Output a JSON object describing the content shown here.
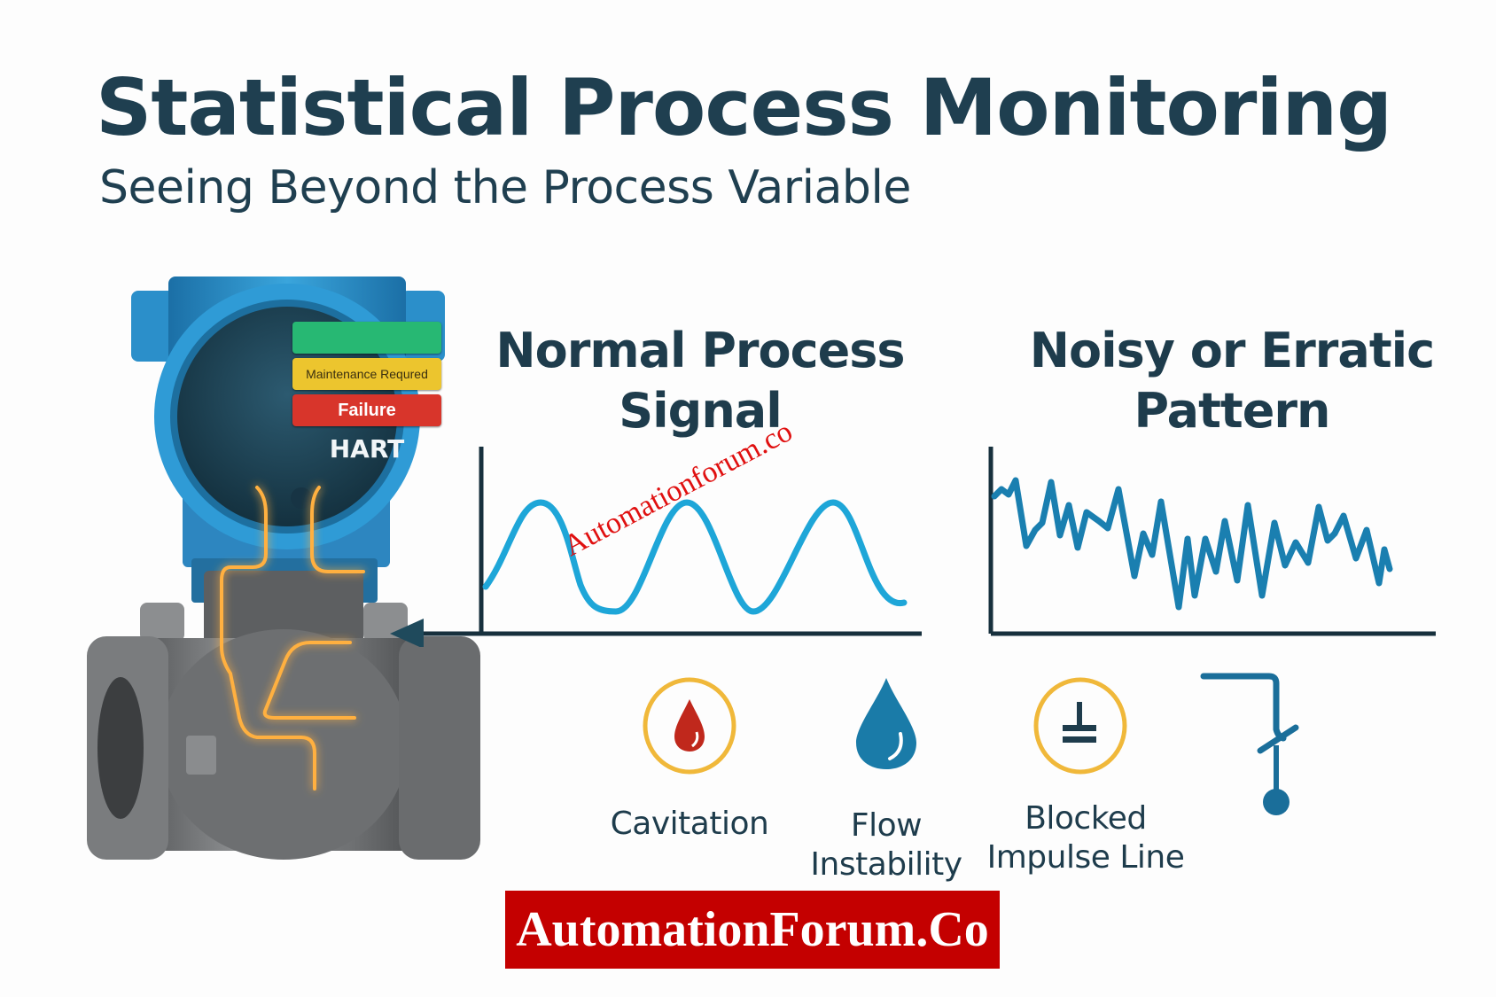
{
  "header": {
    "title": "Statistical Process Monitoring",
    "subtitle": "Seeing Beyond the Process Variable"
  },
  "transmitter": {
    "status_bars": [
      {
        "label": "",
        "color": "#27b873"
      },
      {
        "label": "Maintenance Requred",
        "color": "#ecc52e"
      },
      {
        "label": "Failure",
        "color": "#d8352b"
      }
    ],
    "protocol_label": "HART",
    "body_color": "#2a8fc8",
    "glow_color": "#ff9a1f"
  },
  "panels": {
    "normal": {
      "title_line1": "Normal Process",
      "title_line2": "Signal"
    },
    "noisy": {
      "title_line1": "Noisy or Erratic",
      "title_line2": "Pattern"
    }
  },
  "icons": [
    {
      "name": "cavitation",
      "label_line1": "Cavitation",
      "label_line2": "",
      "icon": "red-drop-in-circle"
    },
    {
      "name": "flow-instability",
      "label_line1": "Flow",
      "label_line2": "Instability",
      "icon": "blue-drop"
    },
    {
      "name": "blocked-impulse-line",
      "label_line1": "Blocked",
      "label_line2": "Impulse Line",
      "icon": "ground-symbol-in-circle"
    },
    {
      "name": "switch",
      "label_line1": "",
      "label_line2": "",
      "icon": "switch-symbol"
    }
  ],
  "watermark": "Automationforum.co",
  "banner": {
    "text": "AutomationForum.Co",
    "color": "#c40000"
  },
  "colors": {
    "text_dark": "#1f3f50",
    "normal_signal": "#1ea6d8",
    "noisy_signal": "#1a7fb0",
    "axis": "#17303d",
    "icon_ring": "#f0b83a"
  },
  "chart_data": [
    {
      "type": "line",
      "title": "Normal Process Signal",
      "xlabel": "",
      "ylabel": "",
      "grid": false,
      "description": "Smooth sinusoid, ~3 cycles",
      "x": [
        0,
        1,
        2,
        3,
        4,
        5,
        6,
        7,
        8,
        9,
        10,
        11,
        12
      ],
      "values": [
        0.1,
        0.9,
        0.5,
        0.1,
        0.5,
        0.9,
        0.5,
        0.1,
        0.5,
        0.9,
        0.5,
        0.1,
        0.05
      ]
    },
    {
      "type": "line",
      "title": "Noisy or Erratic Pattern",
      "xlabel": "",
      "ylabel": "",
      "grid": false,
      "description": "Jagged erratic signal",
      "x": [
        0,
        1,
        2,
        3,
        4,
        5,
        6,
        7,
        8,
        9,
        10,
        11,
        12,
        13,
        14,
        15,
        16,
        17,
        18,
        19,
        20,
        21,
        22,
        23,
        24,
        25,
        26,
        27,
        28,
        29,
        30,
        31,
        32,
        33,
        34,
        35
      ],
      "values": [
        0.8,
        0.85,
        0.8,
        0.9,
        0.45,
        0.6,
        0.65,
        0.88,
        0.55,
        0.78,
        0.45,
        0.68,
        0.62,
        0.55,
        0.8,
        0.3,
        0.6,
        0.52,
        0.72,
        0.15,
        0.6,
        0.25,
        0.78,
        0.4,
        0.72,
        0.25,
        0.6,
        0.38,
        0.58,
        0.5,
        0.55,
        0.42,
        0.72,
        0.5,
        0.6,
        0.28
      ]
    }
  ]
}
